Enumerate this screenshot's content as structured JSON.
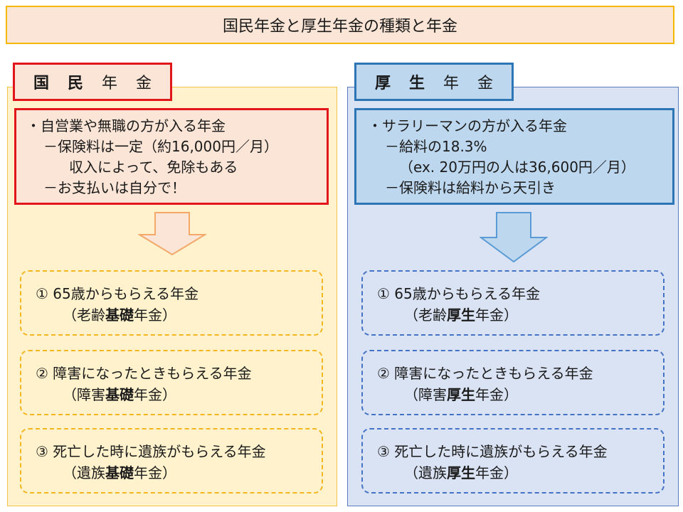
{
  "title": "国民年金と厚生年金の種類と年金",
  "left": {
    "tag_strong": "国民",
    "tag_soft": "年金",
    "info": {
      "line1": "・自営業や無職の方が入る年金",
      "line2": "－保険料は一定（約16,000円／月）",
      "line3": "収入によって、免除もある",
      "line4": "－お支払いは自分で！"
    },
    "benefits": [
      {
        "main": "① 65歳からもらえる年金",
        "pre": "（老齢",
        "bold": "基礎",
        "post": "年金）"
      },
      {
        "main": "② 障害になったときもらえる年金",
        "pre": "（障害",
        "bold": "基礎",
        "post": "年金）"
      },
      {
        "main": "③ 死亡した時に遺族がもらえる年金",
        "pre": "（遺族",
        "bold": "基礎",
        "post": "年金）"
      }
    ]
  },
  "right": {
    "tag_strong": "厚生",
    "tag_soft": "年金",
    "info": {
      "line1": "・サラリーマンの方が入る年金",
      "line2": "－給料の18.3%",
      "line3": "（ex. 20万円の人は36,600円／月）",
      "line4": "－保険料は給料から天引き"
    },
    "benefits": [
      {
        "main": "① 65歳からもらえる年金",
        "pre": "（老齢",
        "bold": "厚生",
        "post": "年金）"
      },
      {
        "main": "② 障害になったときもらえる年金",
        "pre": "（障害",
        "bold": "厚生",
        "post": "年金）"
      },
      {
        "main": "③ 死亡した時に遺族がもらえる年金",
        "pre": "（遺族",
        "bold": "厚生",
        "post": "年金）"
      }
    ]
  },
  "colors": {
    "title_bg": "#fbe5d6",
    "title_border": "#f5b800",
    "left_panel": "#fff2cc",
    "left_accent": "#e0161a",
    "right_panel": "#dae3f3",
    "right_accent": "#2e75b6"
  }
}
